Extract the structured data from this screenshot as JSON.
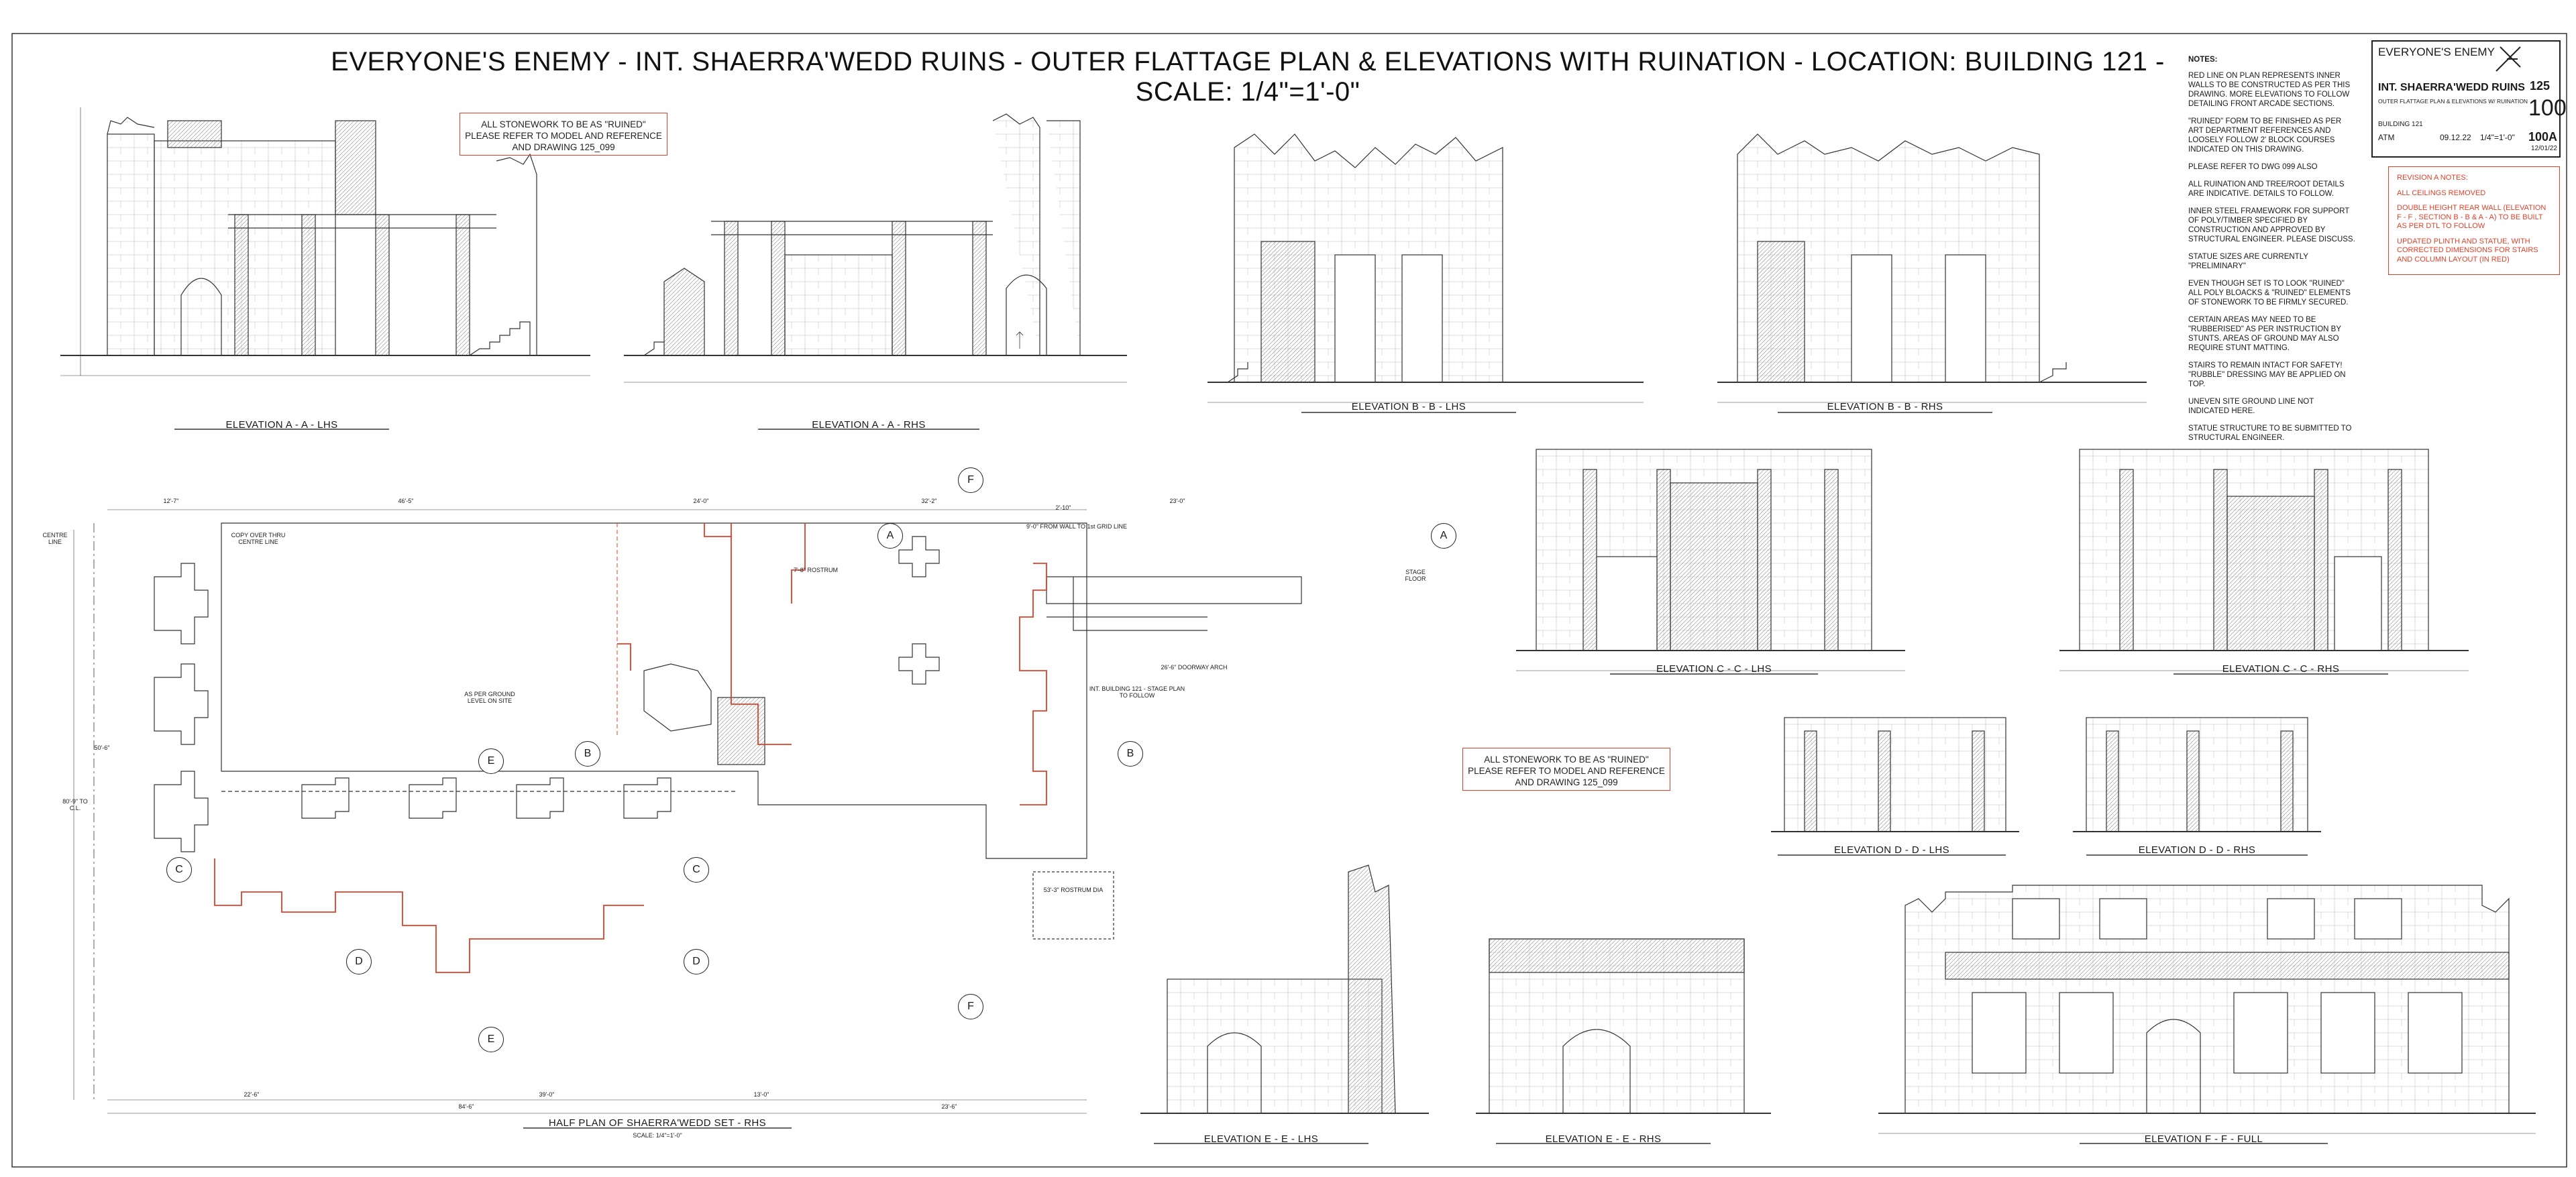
{
  "sheet": {
    "title": "EVERYONE'S ENEMY - INT. SHAERRA'WEDD RUINS - OUTER FLATTAGE PLAN & ELEVATIONS WITH RUINATION  - LOCATION: BUILDING 121 - SCALE: 1/4\"=1'-0\""
  },
  "title_block": {
    "project": "EVERYONE'S ENEMY",
    "set_name": "INT. SHAERRA'WEDD RUINS",
    "description": "OUTER FLATTAGE PLAN & ELEVATIONS W/ RUINATION",
    "location": "BUILDING 121",
    "drawn": "ATM",
    "date": "09.12.22",
    "scale": "1/4\"=1'-0\"",
    "set_no": "125",
    "drawing_no": "100",
    "revision": "100A",
    "rev_date": "12/01/22"
  },
  "notes": {
    "heading": "NOTES:",
    "items": [
      "RED LINE ON PLAN REPRESENTS INNER WALLS TO BE CONSTRUCTED AS PER THIS DRAWING. MORE ELEVATIONS TO FOLLOW DETAILING FRONT ARCADE SECTIONS.",
      "\"RUINED\" FORM TO BE FINISHED AS PER ART DEPARTMENT REFERENCES AND LOOSELY FOLLOW 2' BLOCK COURSES INDICATED ON THIS DRAWING.",
      "PLEASE REFER TO DWG 099 ALSO",
      "ALL RUINATION AND TREE/ROOT DETAILS ARE INDICATIVE. DETAILS TO FOLLOW.",
      "INNER STEEL FRAMEWORK FOR SUPPORT OF POLY/TIMBER SPECIFIED BY CONSTRUCTION AND APPROVED BY STRUCTURAL ENGINEER. PLEASE DISCUSS.",
      "STATUE SIZES ARE CURRENTLY \"PRELIMINARY\"",
      "EVEN THOUGH SET IS TO LOOK \"RUINED\" ALL POLY BLOACKS & \"RUINED\" ELEMENTS OF STONEWORK TO BE FIRMLY SECURED.",
      "CERTAIN AREAS MAY NEED TO BE \"RUBBERISED\" AS PER INSTRUCTION BY STUNTS. AREAS OF GROUND MAY ALSO REQUIRE STUNT MATTING.",
      "STAIRS TO REMAIN INTACT FOR SAFETY! \"RUBBLE\" DRESSING MAY BE APPLIED ON TOP.",
      "UNEVEN SITE GROUND LINE NOT INDICATED HERE.",
      "STATUE STRUCTURE TO BE SUBMITTED TO STRUCTURAL ENGINEER."
    ]
  },
  "revision_notes": {
    "heading": "REVISION A NOTES:",
    "items": [
      "ALL CEILINGS REMOVED",
      "DOUBLE HEIGHT REAR WALL (ELEVATION F - F , SECTION B - B & A - A) TO BE BUILT AS PER DTL TO FOLLOW",
      "UPDATED PLINTH AND STATUE, WITH CORRECTED DIMENSIONS FOR STAIRS AND COLUMN LAYOUT (IN RED)"
    ]
  },
  "callouts": {
    "stonework_1": [
      "ALL STONEWORK TO BE AS \"RUINED\"",
      "PLEASE REFER TO MODEL AND REFERENCE",
      "AND DRAWING 125_099"
    ],
    "stonework_2": [
      "ALL STONEWORK TO BE AS \"RUINED\"",
      "PLEASE REFER TO MODEL AND REFERENCE",
      "AND DRAWING 125_099"
    ]
  },
  "captions": {
    "elev_aa_lhs": "ELEVATION A - A  -  LHS",
    "elev_aa_rhs": "ELEVATION A - A  -  RHS",
    "elev_bb_lhs": "ELEVATION B - B  -  LHS",
    "elev_bb_rhs": "ELEVATION B - B  -  RHS",
    "elev_cc_lhs": "ELEVATION C - C  -  LHS",
    "elev_cc_rhs": "ELEVATION C - C  -  RHS",
    "elev_dd_lhs": "ELEVATION D - D  -  LHS",
    "elev_dd_rhs": "ELEVATION D - D  -  RHS",
    "elev_ee_lhs": "ELEVATION E - E  -  LHS",
    "elev_ee_rhs": "ELEVATION E - E  -  RHS",
    "elev_ff": "ELEVATION F - F  -  FULL",
    "plan": "HALF PLAN OF SHAERRA'WEDD SET - RHS",
    "plan_scale": "SCALE: 1/4\"=1'-0\""
  },
  "grid_markers": [
    "A",
    "B",
    "C",
    "D",
    "E",
    "F"
  ],
  "plan_labels": {
    "centre_line": "CENTRE LINE",
    "copy_over": "COPY OVER THRU CENTRE LINE",
    "rostrum": "7'-8\" ROSTRUM",
    "doorway_arch": "26'-6\" DOORWAY ARCH",
    "stage_plan": "INT. BUILDING 121 - STAGE PLAN TO FOLLOW",
    "grid_line": "9'-0\" FROM WALL TO 1st GRID LINE",
    "stage_floor": "STAGE FLOOR",
    "rostrum_dia": "53'-3\" ROSTRUM DIA",
    "as_per_ground": "AS PER GROUND LEVEL ON SITE",
    "dims_top": [
      "12'-7\"",
      "46'-5\"",
      "24'-0\"",
      "32'-2\"",
      "2'-10\"",
      "23'-0\""
    ],
    "dims_bottom": [
      "22'-6\"",
      "39'-0\"",
      "13'-0\"",
      "23'-6\"",
      "84'-6\""
    ],
    "dims_side": [
      "50'-6\"",
      "80'-9\" TO C.L."
    ]
  }
}
